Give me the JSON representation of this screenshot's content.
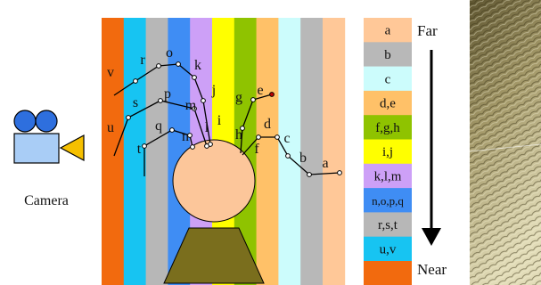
{
  "camera": {
    "label": "Camera",
    "body_color": "#a9cdf6",
    "lens_color": "#2e6fde",
    "cone_color": "#f6c000"
  },
  "depth_bands": [
    {
      "color": "#f26a0e"
    },
    {
      "color": "#17c4f2"
    },
    {
      "color": "#b7b7b7"
    },
    {
      "color": "#3f8df4"
    },
    {
      "color": "#cda0f7"
    },
    {
      "color": "#ffff00"
    },
    {
      "color": "#8fc300"
    },
    {
      "color": "#ffc168"
    },
    {
      "color": "#ccfcfc"
    },
    {
      "color": "#b8b8b8"
    },
    {
      "color": "#ffc898"
    }
  ],
  "head": {
    "color": "#fcc69a",
    "body_color": "#7a6e1d"
  },
  "strands": [
    {
      "labels": [
        "v",
        "r",
        "o",
        "k",
        "j",
        "i"
      ]
    },
    {
      "labels": [
        "u",
        "s",
        "p",
        "m",
        "l"
      ]
    },
    {
      "labels": [
        "t",
        "q",
        "n"
      ]
    },
    {
      "labels": [
        "h",
        "g",
        "e"
      ]
    },
    {
      "labels": [
        "f",
        "d",
        "c",
        "b",
        "a"
      ]
    }
  ],
  "legend": [
    {
      "label": "a",
      "color": "#ffc898"
    },
    {
      "label": "b",
      "color": "#b8b8b8"
    },
    {
      "label": "c",
      "color": "#ccfcfc"
    },
    {
      "label": "d,e",
      "color": "#ffc168"
    },
    {
      "label": "f,g,h",
      "color": "#8fc300"
    },
    {
      "label": "i,j",
      "color": "#ffff00"
    },
    {
      "label": "k,l,m",
      "color": "#cda0f7"
    },
    {
      "label": "n,o,p,q",
      "color": "#3f8df4"
    },
    {
      "label": "r,s,t",
      "color": "#b7b7b7"
    },
    {
      "label": "u,v",
      "color": "#17c4f2"
    },
    {
      "label": "",
      "color": "#f26a0e"
    }
  ],
  "depth_axis": {
    "far_label": "Far",
    "near_label": "Near"
  },
  "photo_strip": {
    "top_color": "#9c9058",
    "bottom_color": "#cfc7a0"
  }
}
